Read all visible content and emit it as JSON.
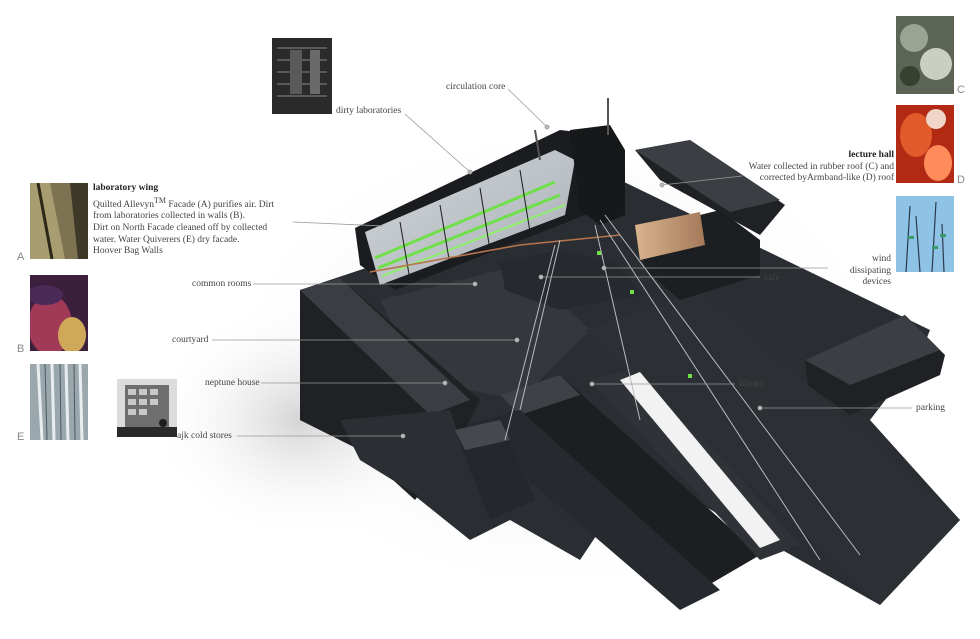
{
  "labels": {
    "dirty_laboratories": "dirty laboratories",
    "circulation_core": "circulation core",
    "common_rooms": "common rooms",
    "courtyard": "courtyard",
    "neptune_house": "neptune house",
    "ajk_cold_stores": "ajk cold stores",
    "cafe": "cafe",
    "library": "library",
    "parking": "parking",
    "wind_dissipating_1": "wind dissipating",
    "wind_dissipating_2": "devices"
  },
  "laboratory_wing": {
    "title": "laboratory wing",
    "line1_pre": "Quilted Allevyn",
    "line1_sup": "TM",
    "line1_post": " Facade (A) purifies air. Dirt",
    "line2": "from laboratories collected in walls (B).",
    "line3": "Dirt on North Facade cleaned off by collected",
    "line4": "water. Water Quiverers (E) dry facade.",
    "line5": "Hoover Bag Walls"
  },
  "lecture_hall": {
    "title": "lecture hall",
    "line1": "Water collected in rubber roof (C) and",
    "line2": "corrected byArmband-like (D) roof"
  },
  "photo_letters": {
    "A": "A",
    "B": "B",
    "E": "E",
    "C": "C",
    "D": "D"
  },
  "colors": {
    "model_dark": "#1f2124",
    "model_mid": "#2d3034",
    "model_light": "#3c4045",
    "glass_green": "#6fe04a",
    "orange_slats": "#c9a07a",
    "lecture_red": "#c8321c",
    "sky_blue": "#8fc3e6",
    "leader": "#9a9a9a"
  }
}
